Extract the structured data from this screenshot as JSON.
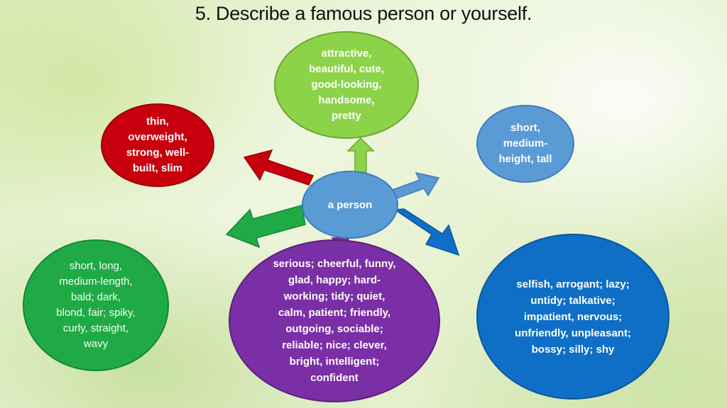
{
  "title": {
    "text": "5. Describe a famous person or yourself",
    "dot": "."
  },
  "center": {
    "label": "a person"
  },
  "bubbles": {
    "appearance": [
      "attractive,",
      "beautiful, cute,",
      "good-looking,",
      "handsome,",
      "pretty"
    ],
    "build": [
      "thin,",
      "overweight,",
      "strong, well-",
      "built, slim"
    ],
    "height": [
      "short,",
      "medium-",
      "height, tall"
    ],
    "hair": [
      "short, long,",
      "medium-length,",
      "bald; dark,",
      "blond, fair; spiky,",
      "curly, straight,",
      "wavy"
    ],
    "positive": [
      "serious; cheerful, funny,",
      "glad, happy; hard-",
      "working; tidy; quiet,",
      "calm, patient; friendly,",
      "outgoing, sociable;",
      "reliable; nice; clever,",
      "bright, intelligent;",
      "confident"
    ],
    "negative": [
      "selfish, arrogant; lazy;",
      "untidy; talkative;",
      "impatient, nervous;",
      "unfriendly, unpleasant;",
      "bossy; silly; shy"
    ]
  },
  "colors": {
    "appearance": "#8dd34a",
    "build": "#c8000d",
    "height": "#5b9bd5",
    "center": "#5b9bd5",
    "hair": "#1faa45",
    "positive": "#7b2fa6",
    "negative": "#0f6fc6"
  }
}
